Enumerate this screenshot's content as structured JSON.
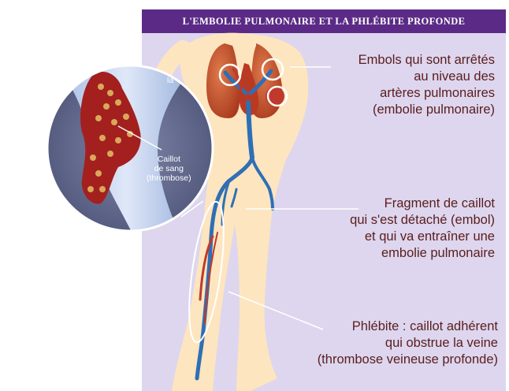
{
  "title": "L'embolie pulmonaire et la phlébite profonde",
  "labels": {
    "emboli": [
      "Embols qui sont arrêtés",
      "au niveau des",
      "artères pulmonaires",
      "(embolie pulmonaire)"
    ],
    "fragment": [
      "Fragment de caillot",
      "qui s'est détaché (embol)",
      "et qui va entraîner une",
      "embolie pulmonaire"
    ],
    "phlebitis": [
      "Phlébite : caillot adhérent",
      "qui obstrue la veine",
      "(thrombose veineuse profonde)"
    ],
    "clot": [
      "Caillot",
      "de sang",
      "(thrombose)"
    ],
    "partial": "la"
  },
  "colors": {
    "banner": "#5b2a86",
    "panel": "#ddd6ee",
    "skin": "#fde5bf",
    "vein": "#2f6fb5",
    "artery": "#c0392b",
    "lung": "#c8532e",
    "text": "#5a1d1d"
  }
}
